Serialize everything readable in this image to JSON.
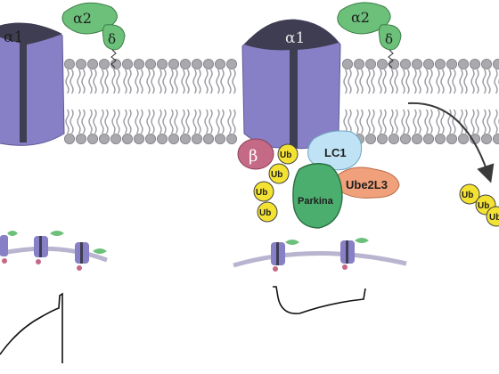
{
  "left_channel": {
    "alpha1_label": "α1",
    "alpha2_label": "α2",
    "delta_label": "δ"
  },
  "right_channel": {
    "alpha1_label": "α1",
    "alpha2_label": "α2",
    "delta_label": "δ",
    "beta_label": "β",
    "lc1_label": "LC1",
    "ube2l3_label": "Ube2L3",
    "parkina_label": "Parkina",
    "ub_label": "Ub"
  },
  "colors": {
    "alpha1": "#8880c6",
    "alpha1_pore": "#3f3d52",
    "alpha2": "#6cc07a",
    "beta": "#c56a86",
    "lc1": "#bfe3f5",
    "ube2l3": "#f0a07a",
    "parkina": "#4cae6e",
    "ub": "#f4e232",
    "lipid_head": "#a9a9ae",
    "axon": "#b9b4cf",
    "arrow": "#3a3a3a"
  }
}
